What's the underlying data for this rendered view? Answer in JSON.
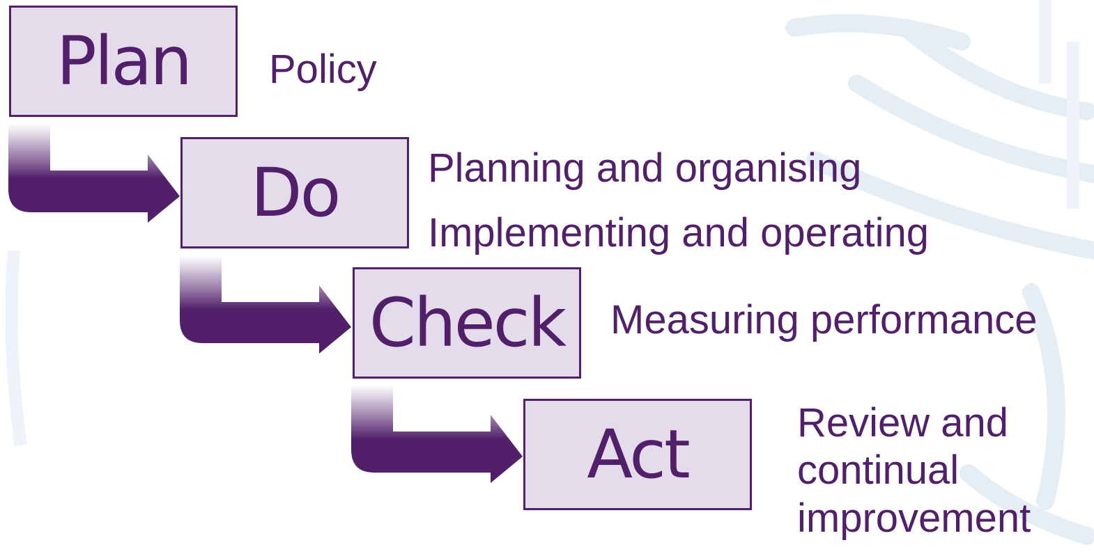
{
  "colors": {
    "stage_fill": "#e4dcea",
    "stage_border": "#52206b",
    "arrow": "#52206b",
    "text": "#52206b",
    "watermark": "#e6eef5"
  },
  "watermark_icon": "crest-watermark-icon",
  "stages": [
    {
      "label": "Plan",
      "descriptions": [
        "Policy"
      ]
    },
    {
      "label": "Do",
      "descriptions": [
        "Planning and organising",
        "Implementing and operating"
      ]
    },
    {
      "label": "Check",
      "descriptions": [
        "Measuring performance"
      ]
    },
    {
      "label": "Act",
      "descriptions": [
        "Review and",
        "continual",
        "improvement"
      ]
    }
  ]
}
